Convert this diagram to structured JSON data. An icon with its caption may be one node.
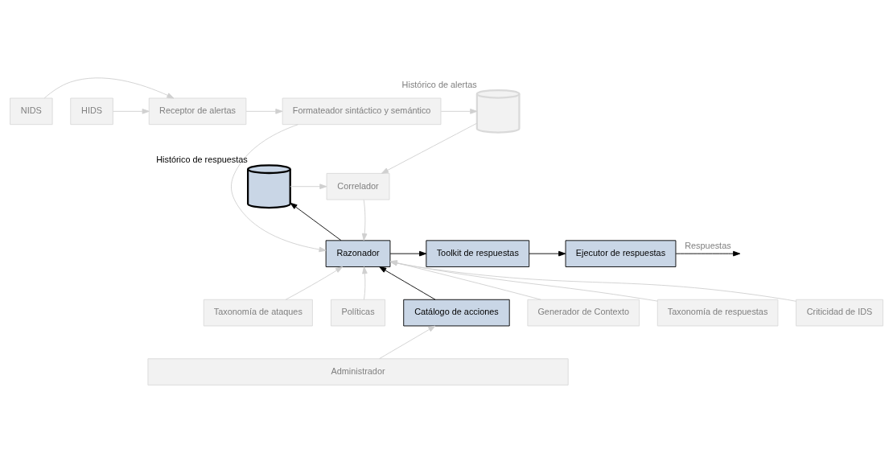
{
  "diagram": {
    "nodes": [
      {
        "text": [
          "HIDS"
        ]
      },
      {
        "text": [
          "NIDS"
        ]
      },
      {
        "text": [
          "Receptor de alertas"
        ]
      },
      {
        "text": [
          "Formateador sintáctico y semántico"
        ]
      },
      {
        "text": [],
        "shape": "cylinder",
        "beside": [
          "Histórico de alertas"
        ]
      },
      {
        "text": [
          "Correlador"
        ]
      },
      {
        "text": [],
        "shape": "cylinder",
        "beside": [
          "Histórico de respuestas"
        ]
      },
      {
        "text": [
          "Razonador"
        ]
      },
      {
        "text": [
          "Toolkit de respuestas"
        ]
      },
      {
        "text": [
          "Ejecutor de respuestas"
        ]
      },
      {
        "text": [
          "Taxonomía de ataques"
        ]
      },
      {
        "text": [
          "Taxonomía de respuestas"
        ]
      },
      {
        "text": [
          "Políticas"
        ]
      },
      {
        "text": [
          "Catálogo de acciones"
        ]
      },
      {
        "text": [
          "Criticidad de IDS"
        ]
      },
      {
        "text": [
          "Generador de Contexto"
        ]
      },
      {
        "text": [
          "Administrador"
        ]
      }
    ],
    "edges": [
      {
        "from": 0,
        "to": 2,
        "arrow": "to"
      },
      {
        "from": 1,
        "to": 2,
        "arrow": "to"
      },
      {
        "from": 2,
        "to": 3,
        "arrow": "to"
      },
      {
        "from": 3,
        "to": 4,
        "arrow": "to"
      },
      {
        "from": 4,
        "to": 5,
        "arrow": "to"
      },
      {
        "from": 6,
        "to": 5,
        "arrow": "to"
      },
      {
        "from": 5,
        "to": 7,
        "arrow": "to"
      },
      {
        "from": 3,
        "to": 7,
        "arrow": "to"
      },
      {
        "from": 7,
        "to": 6,
        "arrow": "to",
        "color": "#000000"
      },
      {
        "from": 7,
        "to": 8,
        "arrow": "to",
        "color": "#000000"
      },
      {
        "from": 8,
        "to": 9,
        "arrow": "to",
        "color": "#000000"
      },
      {
        "from": 9,
        "to": null,
        "arrow": "to",
        "label": "Respuestas",
        "color": "#000000"
      },
      {
        "from": 10,
        "to": 7,
        "arrow": "to"
      },
      {
        "from": 11,
        "to": 7,
        "arrow": "to"
      },
      {
        "from": 12,
        "to": 7,
        "arrow": "to"
      },
      {
        "from": 13,
        "to": 7,
        "arrow": "to",
        "color": "#000000"
      },
      {
        "from": 14,
        "to": 7,
        "arrow": "to"
      },
      {
        "from": 15,
        "to": 7,
        "arrow": "to"
      },
      {
        "from": 16,
        "to": 13,
        "arrow": "to"
      }
    ]
  }
}
